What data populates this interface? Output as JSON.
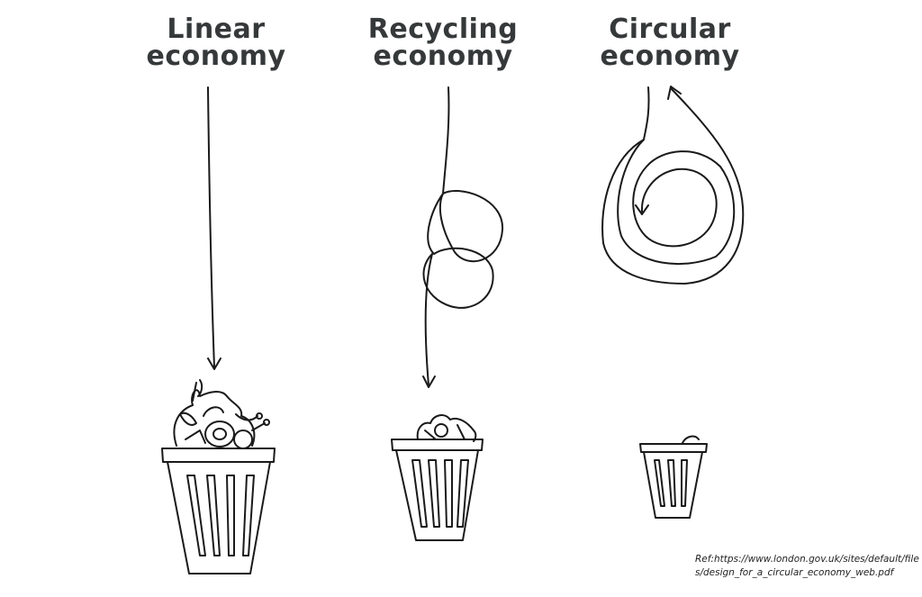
{
  "columns": [
    {
      "id": "linear",
      "line1": "Linear",
      "line2": "economy"
    },
    {
      "id": "recycling",
      "line1": "Recycling",
      "line2": "economy"
    },
    {
      "id": "circular",
      "line1": "Circular",
      "line2": "economy"
    }
  ],
  "reference": "Ref:https://www.london.gov.uk/sites/default/files/design_for_a_circular_economy_web.pdf",
  "colors": {
    "title": "#36393a",
    "stroke": "#1a1a1a"
  }
}
